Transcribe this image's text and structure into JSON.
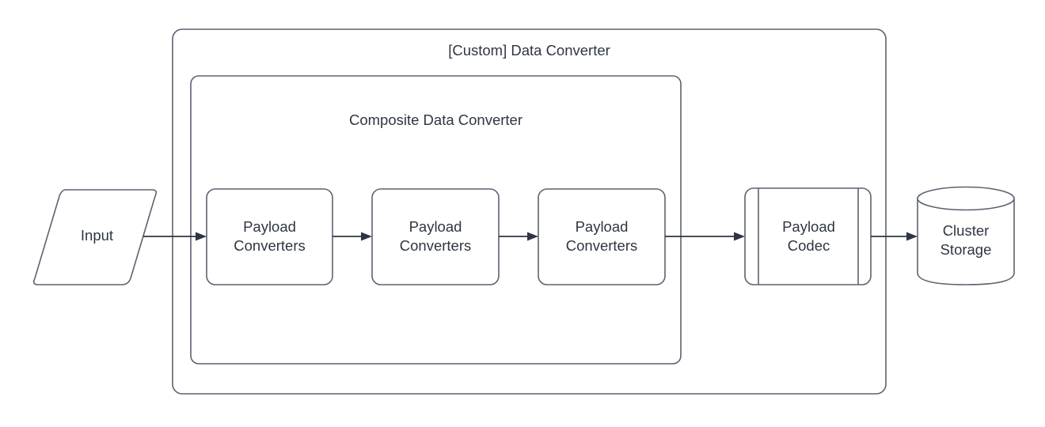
{
  "diagram": {
    "type": "flow-diagram",
    "background_color": "#ffffff",
    "stroke_color": "#5c6270",
    "connector_color": "#2f3542",
    "text_color": "#2f3542",
    "containers": [
      {
        "id": "custom-data-converter",
        "label": "[Custom] Data Converter",
        "shape": "rounded-rectangle"
      },
      {
        "id": "composite-data-converter",
        "label": "Composite Data Converter",
        "shape": "rounded-rectangle"
      }
    ],
    "nodes": [
      {
        "id": "input",
        "label": "Input",
        "shape": "parallelogram"
      },
      {
        "id": "payload-converters-1",
        "label": "Payload\nConverters",
        "shape": "rounded-rectangle"
      },
      {
        "id": "payload-converters-2",
        "label": "Payload\nConverters",
        "shape": "rounded-rectangle"
      },
      {
        "id": "payload-converters-3",
        "label": "Payload\nConverters",
        "shape": "rounded-rectangle"
      },
      {
        "id": "payload-codec",
        "label": "Payload\nCodec",
        "shape": "process"
      },
      {
        "id": "cluster-storage",
        "label": "Cluster\nStorage",
        "shape": "cylinder"
      }
    ],
    "edges": [
      {
        "from": "input",
        "to": "payload-converters-1",
        "arrow": "single"
      },
      {
        "from": "payload-converters-1",
        "to": "payload-converters-2",
        "arrow": "single"
      },
      {
        "from": "payload-converters-2",
        "to": "payload-converters-3",
        "arrow": "single"
      },
      {
        "from": "payload-converters-3",
        "to": "payload-codec",
        "arrow": "single"
      },
      {
        "from": "payload-codec",
        "to": "cluster-storage",
        "arrow": "single"
      }
    ]
  }
}
